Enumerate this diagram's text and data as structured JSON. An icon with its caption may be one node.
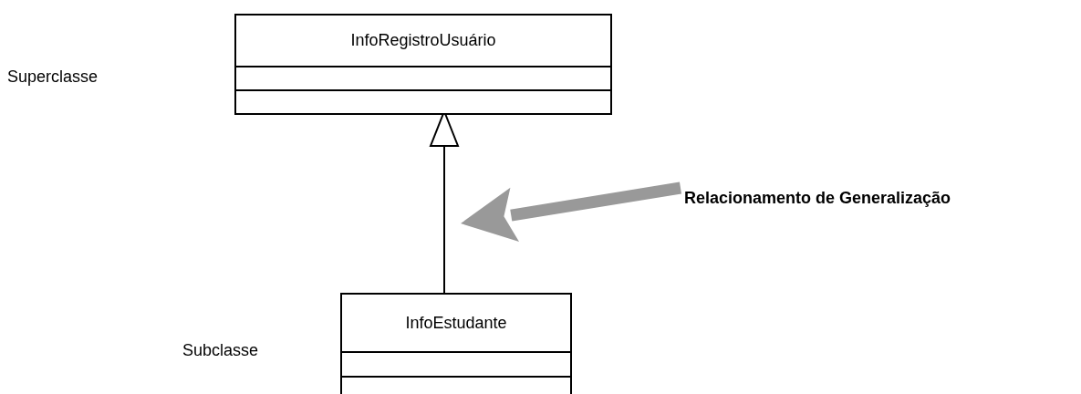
{
  "diagram": {
    "nodes": [
      {
        "text": [
          "InfoRegistroUsuário"
        ]
      },
      {
        "text": [
          "InfoEstudante"
        ]
      },
      {
        "text": [
          "Relacionamento de Generalização"
        ]
      }
    ],
    "edges": [
      {
        "from": 1,
        "to": 0,
        "arrow": "to"
      },
      {
        "from": 2,
        "to": null,
        "arrow": "to",
        "style": "thick",
        "color": "#999999"
      }
    ],
    "labels": [
      "Superclasse",
      "Subclasse"
    ]
  }
}
